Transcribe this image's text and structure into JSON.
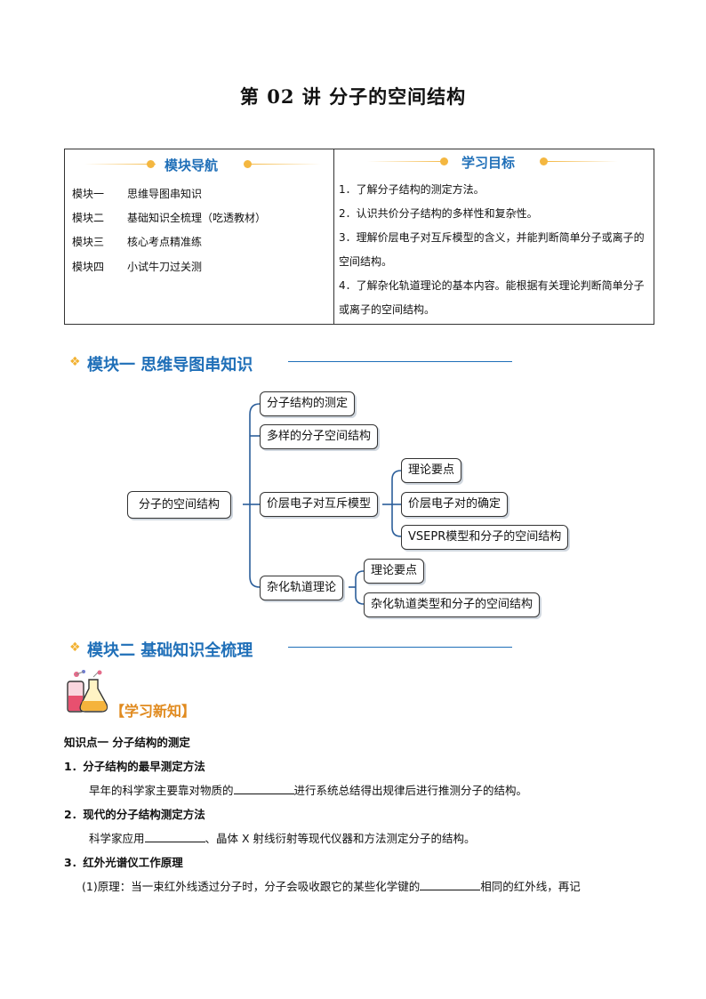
{
  "title": "第 02 讲  分子的空间结构",
  "nav": {
    "heading": "模块导航",
    "rows": [
      {
        "label": "模块一",
        "text": "思维导图串知识"
      },
      {
        "label": "模块二",
        "text": "基础知识全梳理（吃透教材）"
      },
      {
        "label": "模块三",
        "text": "核心考点精准练"
      },
      {
        "label": "模块四",
        "text": "小试牛刀过关测"
      }
    ]
  },
  "goals": {
    "heading": "学习目标",
    "items": [
      "1．了解分子结构的测定方法。",
      "2．认识共价分子结构的多样性和复杂性。",
      "3．理解价层电子对互斥模型的含义，并能判断简单分子或离子的空间结构。",
      "4．了解杂化轨道理论的基本内容。能根据有关理论判断简单分子或离子的空间结构。"
    ]
  },
  "module1": {
    "heading": "模块一  思维导图串知识"
  },
  "mindmap": {
    "root": "分子的空间结构",
    "branches": [
      "分子结构的测定",
      "多样的分子空间结构",
      "价层电子对互斥模型",
      "杂化轨道理论"
    ],
    "vsepr_children": [
      "理论要点",
      "价层电子对的确定",
      "VSEPR模型和分子的空间结构"
    ],
    "hybrid_children": [
      "理论要点",
      "杂化轨道类型和分子的空间结构"
    ]
  },
  "module2": {
    "heading": "模块二 基础知识全梳理"
  },
  "learn_label": "【学习新知】",
  "content": {
    "point1": "知识点一  分子结构的测定",
    "h1": "1．分子结构的最早测定方法",
    "p1a": "早年的科学家主要靠对物质的",
    "p1b": "进行系统总结得出规律后进行推测分子的结构。",
    "h2": "2．现代的分子结构测定方法",
    "p2a": "科学家应用",
    "p2b": "、晶体 X 射线衍射等现代仪器和方法测定分子的结构。",
    "h3": "3．红外光谱仪工作原理",
    "p3a": "(1)原理：当一束红外线透过分子时，分子会吸收跟它的某些化学键的",
    "p3b": "相同的红外线，再记"
  },
  "colors": {
    "accent": "#1f6fb8",
    "dot": "#f4b740",
    "learn": "#e08a1e"
  }
}
